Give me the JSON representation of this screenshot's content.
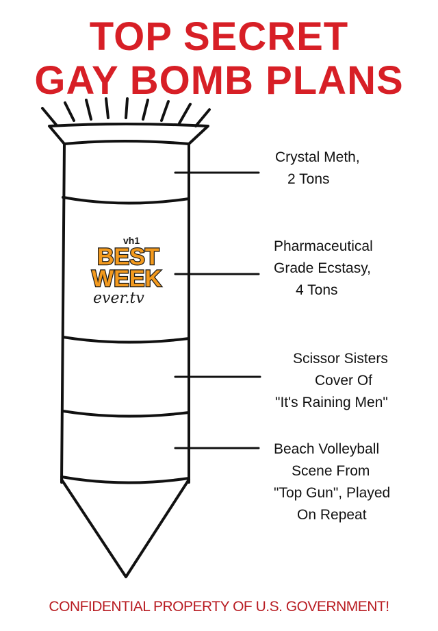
{
  "title": {
    "line1": "TOP SECRET",
    "line2": "GAY BOMB PLANS",
    "color": "#d71f26"
  },
  "labels": [
    {
      "lines": [
        "Crystal Meth,",
        "2 Tons"
      ]
    },
    {
      "lines": [
        "Pharmaceutical",
        "Grade Ecstasy,",
        "4 Tons"
      ]
    },
    {
      "lines": [
        "Scissor Sisters",
        "Cover Of",
        "\"It's Raining Men\""
      ]
    },
    {
      "lines": [
        "Beach Volleyball",
        "Scene From",
        "\"Top Gun\", Played",
        "On Repeat"
      ]
    }
  ],
  "logo": {
    "top_text": "vh1",
    "line1": "BEST",
    "line2": "WEEK",
    "line3": "ever.tv",
    "fill_color": "#f39a1e",
    "stroke_color": "#1a1a1a"
  },
  "footer": {
    "text": "CONFIDENTIAL PROPERTY OF U.S. GOVERNMENT!",
    "color": "#b81c22"
  }
}
